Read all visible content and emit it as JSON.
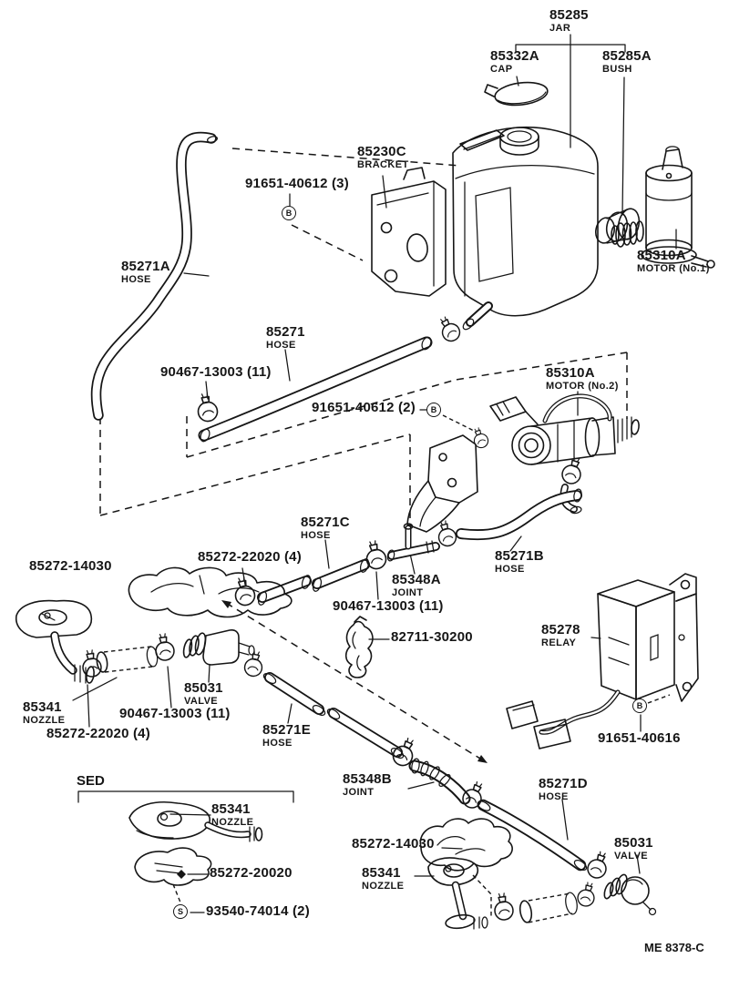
{
  "diagram": {
    "type": "vehicle-parts-diagram",
    "subject": "windshield washer jar, hoses, motors and nozzles",
    "line_color": "#161616",
    "background": "#ffffff"
  },
  "labels": {
    "jar": {
      "code": "85285",
      "name": "JAR"
    },
    "cap": {
      "code": "85332A",
      "name": "CAP"
    },
    "bush": {
      "code": "85285A",
      "name": "BUSH"
    },
    "bracket": {
      "code": "85230C",
      "name": "BRACKET"
    },
    "bolt_upper": {
      "code": "91651-40612 (3)",
      "marker": "B"
    },
    "hose_a": {
      "code": "85271A",
      "name": "HOSE"
    },
    "motor_no1": {
      "code": "85310A",
      "name": "MOTOR (No.1)"
    },
    "hose_main": {
      "code": "85271",
      "name": "HOSE"
    },
    "clamp_upper": {
      "code": "90467-13003 (11)"
    },
    "bolt_mid": {
      "code": "91651-40612 (2)",
      "marker": "B"
    },
    "motor_no2": {
      "code": "85310A",
      "name": "MOTOR (No.2)"
    },
    "hose_c": {
      "code": "85271C",
      "name": "HOSE"
    },
    "clamp_22020_upper": {
      "code": "85272-22020 (4)"
    },
    "joint_a": {
      "code": "85348A",
      "name": "JOINT"
    },
    "hose_b": {
      "code": "85271B",
      "name": "HOSE"
    },
    "clamp_mid": {
      "code": "90467-13003 (11)"
    },
    "grommet_left": {
      "code": "85272-14030"
    },
    "clip": {
      "code": "82711-30200"
    },
    "relay": {
      "code": "85278",
      "name": "RELAY"
    },
    "valve_left": {
      "code": "85031",
      "name": "VALVE"
    },
    "nozzle_left": {
      "code": "85341",
      "name": "NOZZLE"
    },
    "clamp_left": {
      "code": "90467-13003 (11)"
    },
    "clamp_22020_left": {
      "code": "85272-22020 (4)"
    },
    "hose_e": {
      "code": "85271E",
      "name": "HOSE"
    },
    "bolt_right": {
      "code": "91651-40616",
      "marker": "B"
    },
    "sed_title": "SED",
    "nozzle_sed": {
      "code": "85341",
      "name": "NOZZLE"
    },
    "packing_sed": {
      "code": "85272-20020"
    },
    "screw_sed": {
      "code": "93540-74014 (2)",
      "marker": "S"
    },
    "joint_b": {
      "code": "85348B",
      "name": "JOINT"
    },
    "hose_d": {
      "code": "85271D",
      "name": "HOSE"
    },
    "grommet_bottom": {
      "code": "85272-14030"
    },
    "nozzle_bottom": {
      "code": "85341",
      "name": "NOZZLE"
    },
    "valve_bottom": {
      "code": "85031",
      "name": "VALVE"
    }
  },
  "footer": {
    "drawing_code": "ME 8378-C"
  }
}
